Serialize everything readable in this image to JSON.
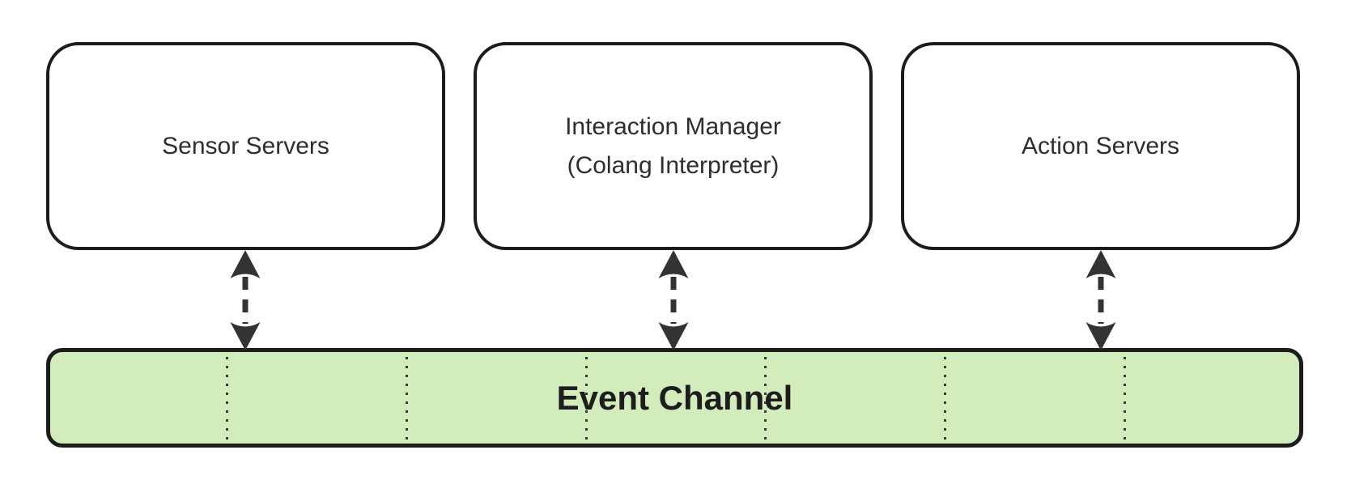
{
  "diagram": {
    "nodes": [
      {
        "id": "sensor-servers",
        "label": "Sensor Servers"
      },
      {
        "id": "interaction-manager",
        "label": "Interaction Manager\n(Colang Interpreter)"
      },
      {
        "id": "action-servers",
        "label": "Action Servers"
      }
    ],
    "channel": {
      "label": "Event Channel",
      "segments": 7,
      "divider_count": 6
    },
    "connectors": [
      {
        "from": "Sensor Servers",
        "to": "Event Channel",
        "style": "dashed",
        "direction": "bidirectional"
      },
      {
        "from": "Interaction Manager (Colang Interpreter)",
        "to": "Event Channel",
        "style": "dashed",
        "direction": "bidirectional"
      },
      {
        "from": "Action Servers",
        "to": "Event Channel",
        "style": "dashed",
        "direction": "bidirectional"
      }
    ],
    "colors": {
      "background": "#ffffff",
      "node_fill": "#ffffff",
      "stroke": "#1c1c1c",
      "channel_fill": "#d3ecbc",
      "arrow": "#333333",
      "node_text": "#2e2e2e",
      "channel_text": "#1d1d1d",
      "divider_dots": "#3a3a3a"
    }
  }
}
